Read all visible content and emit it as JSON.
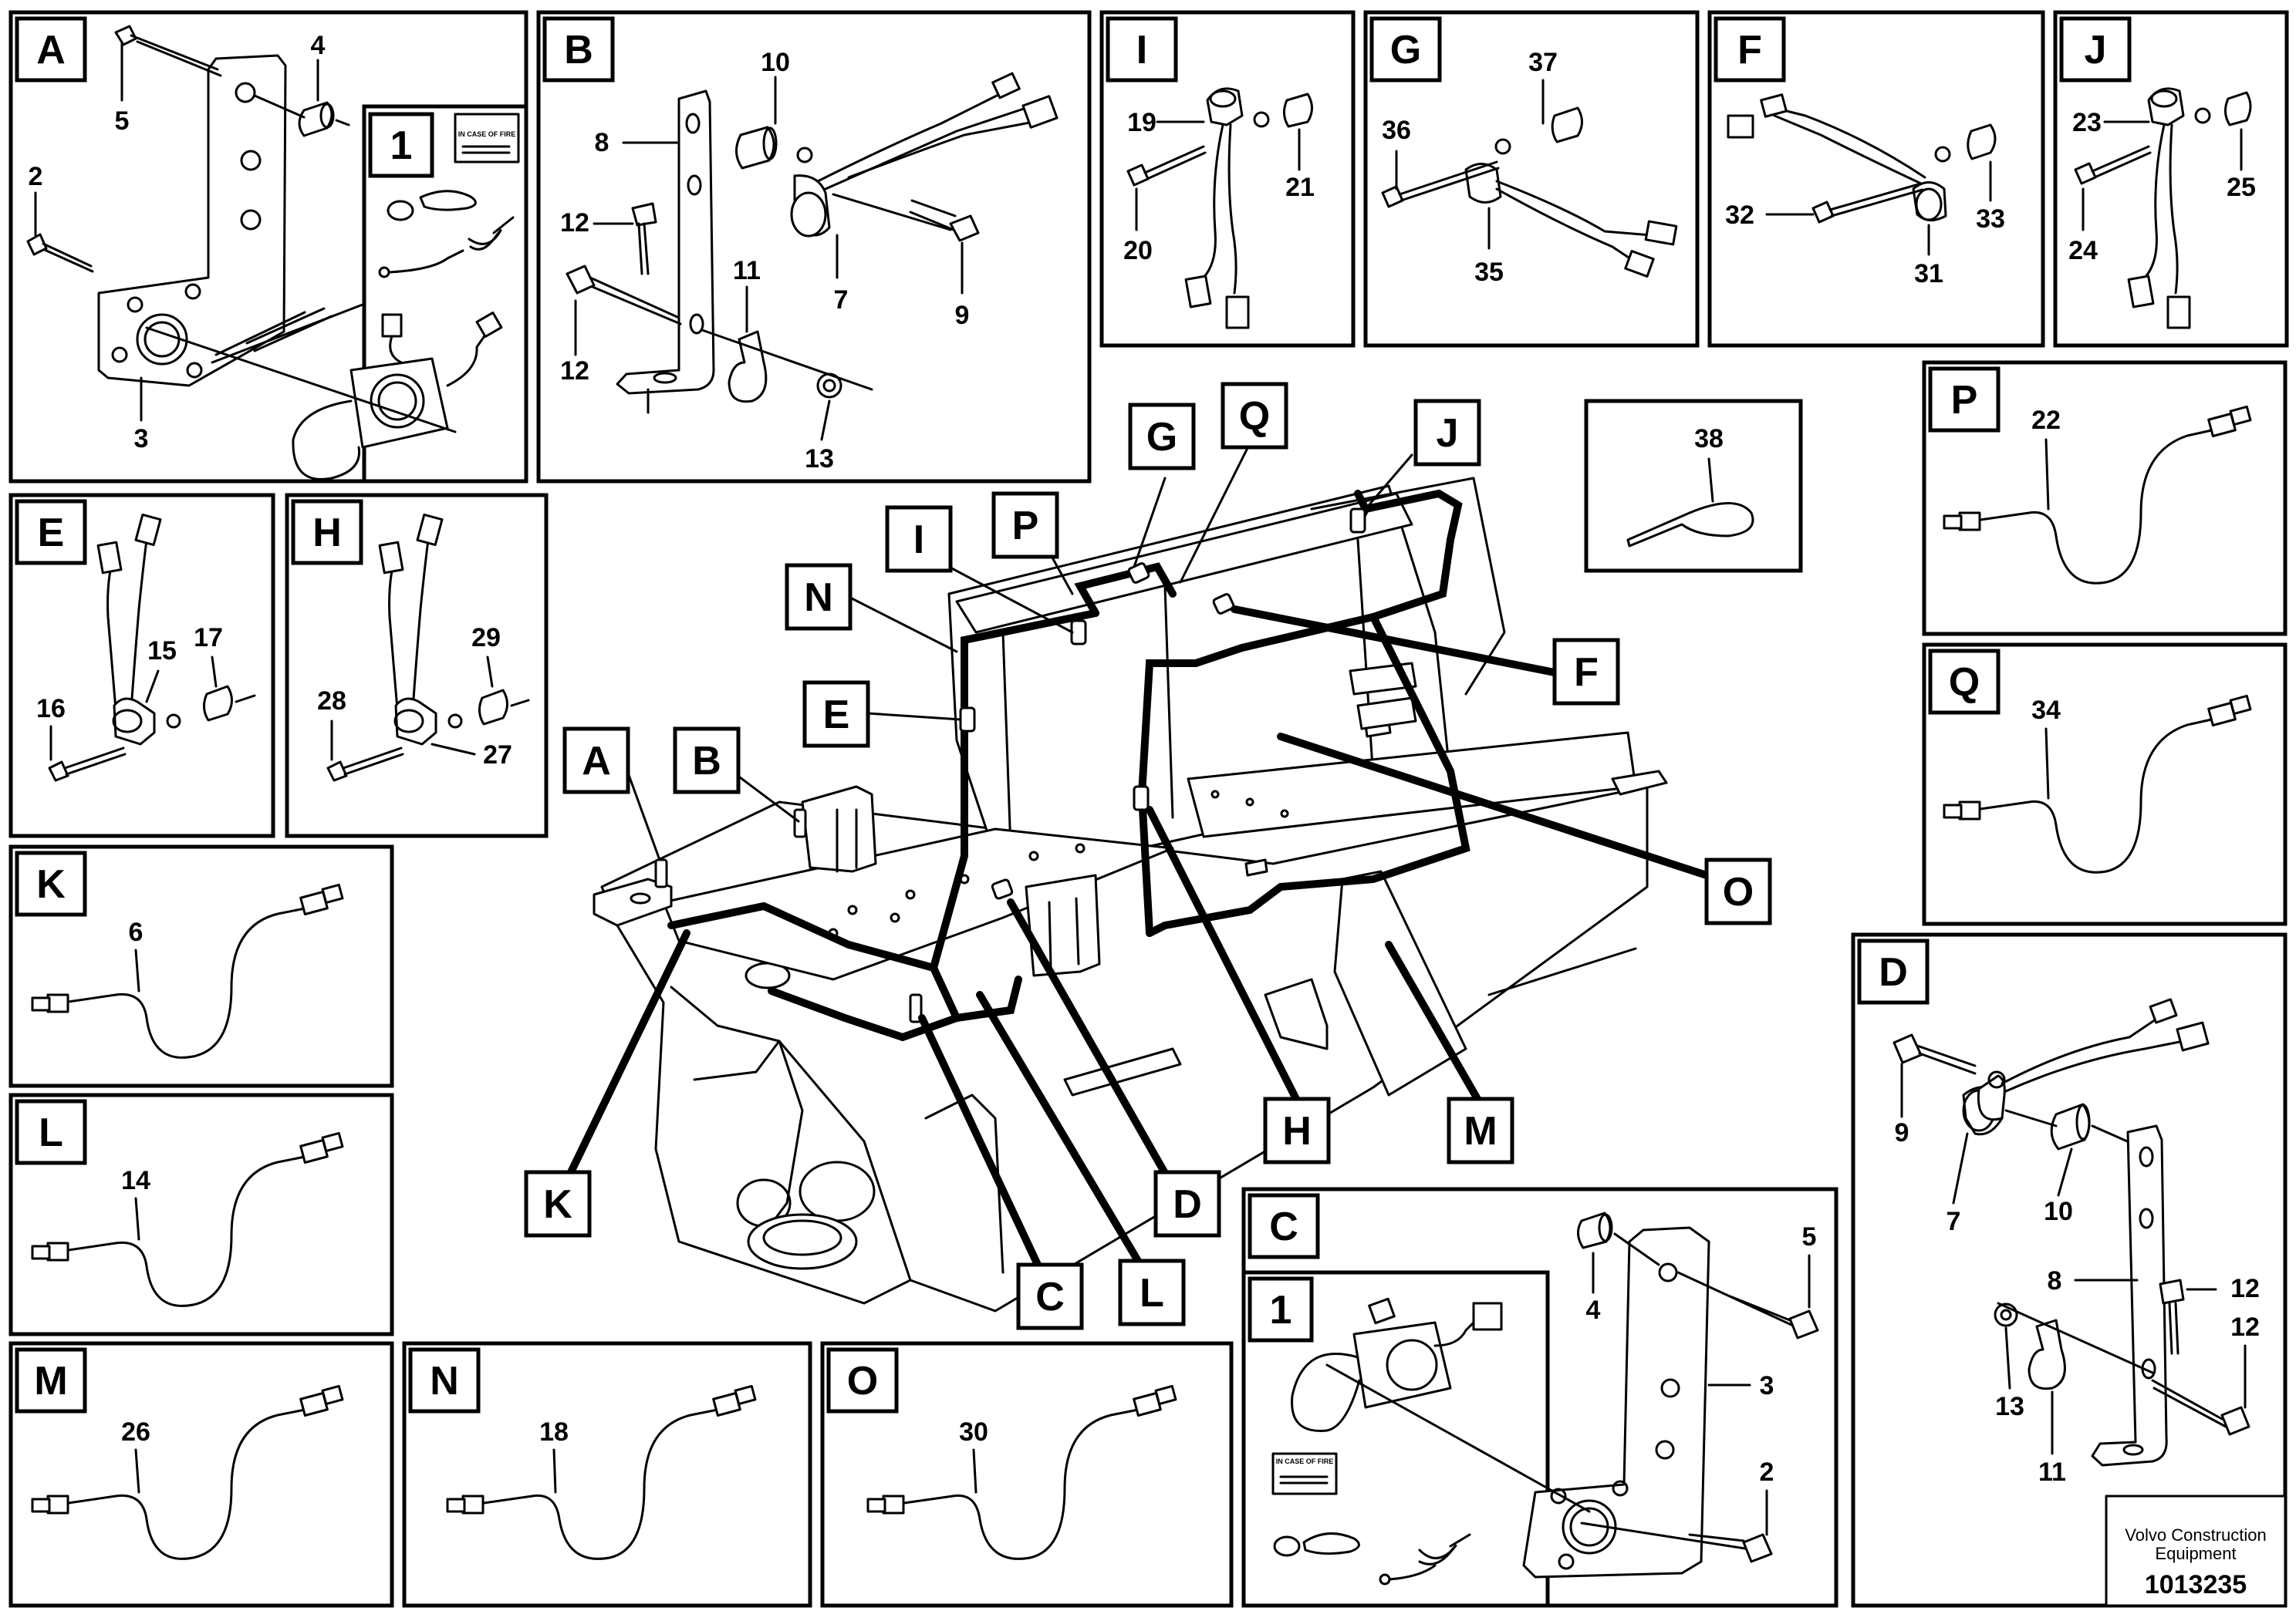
{
  "panels": {
    "A": {
      "label": "A",
      "sub": "1",
      "parts": [
        "4",
        "5",
        "2",
        "3"
      ],
      "tag": "IN CASE OF FIRE"
    },
    "B": {
      "label": "B",
      "parts": [
        "10",
        "8",
        "12",
        "12",
        "11",
        "7",
        "9",
        "13"
      ]
    },
    "I": {
      "label": "I",
      "parts": [
        "19",
        "21",
        "20"
      ]
    },
    "G": {
      "label": "G",
      "parts": [
        "37",
        "36",
        "35"
      ]
    },
    "F": {
      "label": "F",
      "parts": [
        "32",
        "33",
        "31"
      ]
    },
    "J": {
      "label": "J",
      "parts": [
        "23",
        "25",
        "24"
      ]
    },
    "E": {
      "label": "E",
      "parts": [
        "15",
        "17",
        "16"
      ]
    },
    "H": {
      "label": "H",
      "parts": [
        "29",
        "28",
        "27"
      ]
    },
    "K": {
      "label": "K",
      "part": "6"
    },
    "L": {
      "label": "L",
      "part": "14"
    },
    "M": {
      "label": "M",
      "part": "26"
    },
    "N": {
      "label": "N",
      "part": "18"
    },
    "O": {
      "label": "O",
      "part": "30"
    },
    "P": {
      "label": "P",
      "part": "22"
    },
    "Q": {
      "label": "Q",
      "part": "34"
    },
    "T38": {
      "part": "38"
    },
    "C": {
      "label": "C",
      "sub": "1",
      "parts": [
        "4",
        "5",
        "3",
        "2"
      ],
      "tag": "IN CASE OF FIRE"
    },
    "D": {
      "label": "D",
      "parts": [
        "9",
        "7",
        "10",
        "8",
        "12",
        "12",
        "13",
        "11"
      ]
    }
  },
  "callouts": [
    "G",
    "Q",
    "J",
    "I",
    "P",
    "N",
    "E",
    "F",
    "A",
    "B",
    "O",
    "H",
    "M",
    "K",
    "D",
    "C",
    "L"
  ],
  "footer": {
    "line1": "Volvo Construction",
    "line2": "Equipment",
    "number": "1013235"
  }
}
